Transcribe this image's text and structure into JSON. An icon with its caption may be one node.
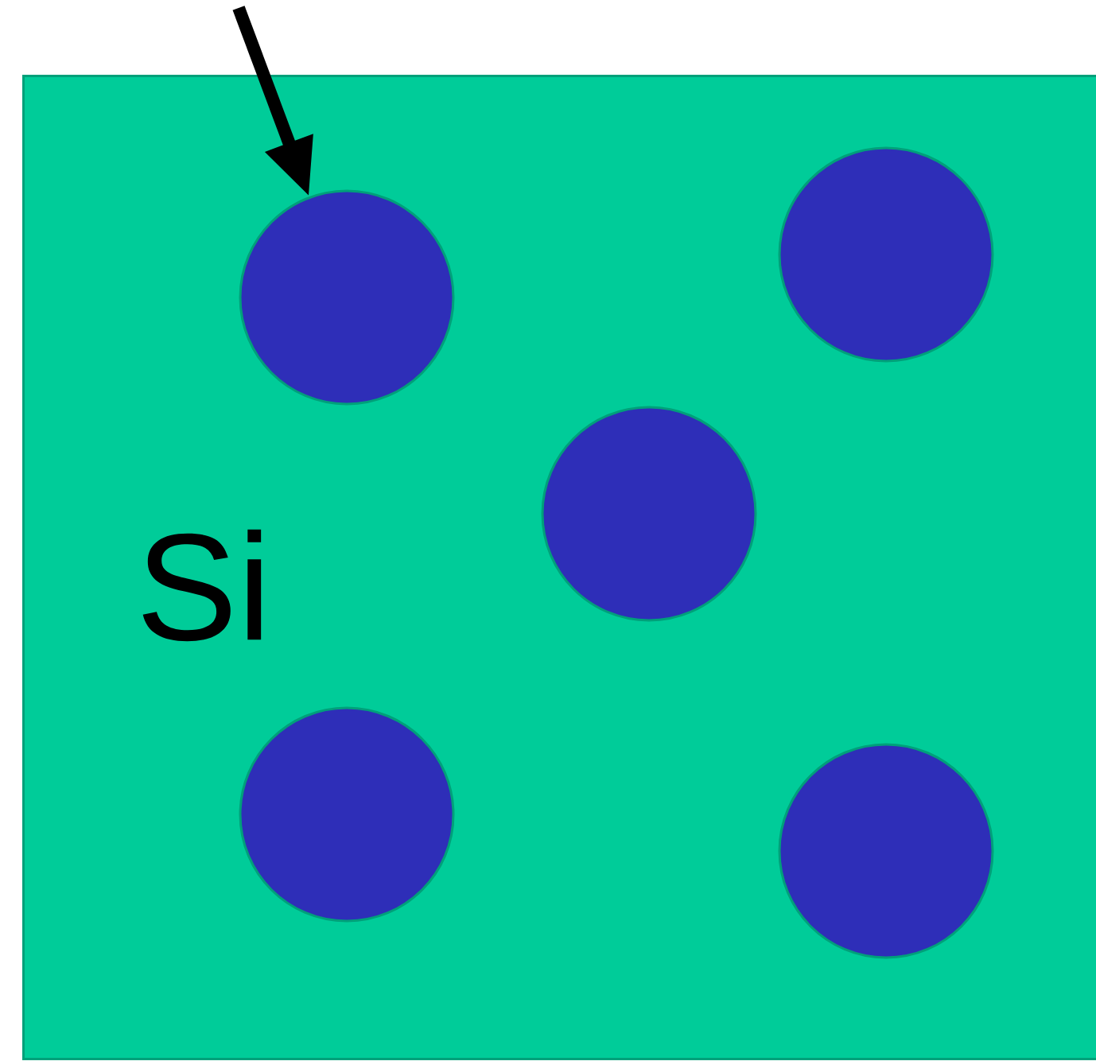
{
  "diagram": {
    "nodes": [
      {
        "text": [
          "Si"
        ]
      },
      {
        "text": [],
        "shape": "circle",
        "in": 0
      },
      {
        "text": [],
        "shape": "circle",
        "in": 0
      },
      {
        "text": [],
        "shape": "circle",
        "in": 0
      },
      {
        "text": [],
        "shape": "circle",
        "in": 0
      },
      {
        "text": [],
        "shape": "circle",
        "in": 0
      }
    ],
    "edges": [
      {
        "from": null,
        "to": 1,
        "arrow": "to"
      }
    ]
  }
}
